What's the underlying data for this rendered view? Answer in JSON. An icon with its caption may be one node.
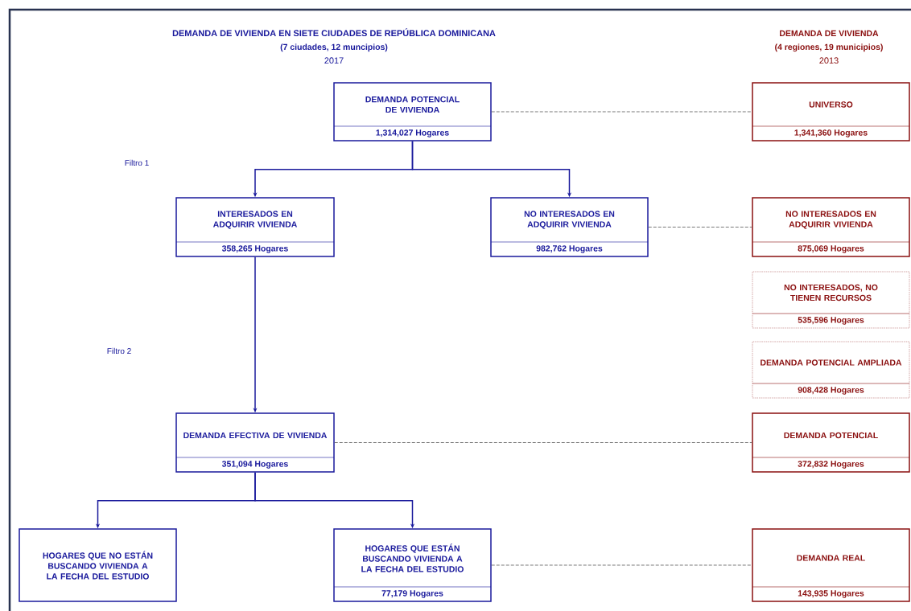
{
  "diagram": {
    "title": "DEMANDA DE VIVIENDA EN SIETE CIUDADES DE REPÚBLICA DOMINICANA",
    "nodes": [
      {
        "text": [
          "DEMANDA POTENCIAL DE VIVIENDA",
          "1,314,027 Hogares"
        ]
      },
      {
        "text": [
          "UNIVERSO",
          "1,341,360 Hogares"
        ]
      },
      {
        "text": [
          "INTERESADOS EN ADQUIRIR VIVIENDA",
          "358,265 Hogares"
        ]
      },
      {
        "text": [
          "NO INTERESADOS EN ADQUIRIR VIVIENDA",
          "982,762 Hogares"
        ]
      },
      {
        "text": [
          "NO INTERESADOS EN ADQUIRIR VIVIENDA",
          "875,069 Hogares"
        ]
      },
      {
        "text": [
          "NO INTERESADOS, NO TIENEN RECURSOS",
          "535,596 Hogares"
        ]
      },
      {
        "text": [
          "DEMANDA POTENCIAL AMPLIADA",
          "908,428 Hogares"
        ]
      },
      {
        "text": [
          "DEMANDA EFECTIVA DE VIVIENDA",
          "351,094 Hogares"
        ]
      },
      {
        "text": [
          "DEMANDA POTENCIAL",
          "372,832 Hogares"
        ]
      },
      {
        "text": [
          "HOGARES QUE NO ESTÁN BUSCANDO VIVIENDA A LA FECHA DEL ESTUDIO"
        ]
      },
      {
        "text": [
          "HOGARES QUE ESTÁN BUSCANDO VIVIENDA A LA FECHA DEL ESTUDIO",
          "77,179 Hogares"
        ]
      },
      {
        "text": [
          "DEMANDA REAL",
          "143,935 Hogares"
        ]
      }
    ],
    "edges": [
      {
        "from": 0,
        "to": 2,
        "arrow": "to"
      },
      {
        "from": 0,
        "to": 3,
        "arrow": "to"
      },
      {
        "from": 2,
        "to": 7,
        "arrow": "to"
      },
      {
        "from": 7,
        "to": 9,
        "arrow": "to"
      },
      {
        "from": 7,
        "to": 10,
        "arrow": "to"
      },
      {
        "from": 0,
        "to": 1,
        "arrow": "none",
        "style": "dashed",
        "color": "#555555"
      },
      {
        "from": 3,
        "to": 4,
        "arrow": "none",
        "style": "dashed",
        "color": "#555555"
      },
      {
        "from": 7,
        "to": 8,
        "arrow": "none",
        "style": "dashed",
        "color": "#555555"
      },
      {
        "from": 10,
        "to": 11,
        "arrow": "none",
        "style": "dashed",
        "color": "#555555"
      }
    ],
    "labels": [
      "DEMANDA DE VIVIENDA",
      "(7 ciudades, 12 muncipios)",
      "(4 regiones, 19 municipios)",
      "2017",
      "2013",
      "Filtro 1",
      "Filtro 2"
    ]
  }
}
